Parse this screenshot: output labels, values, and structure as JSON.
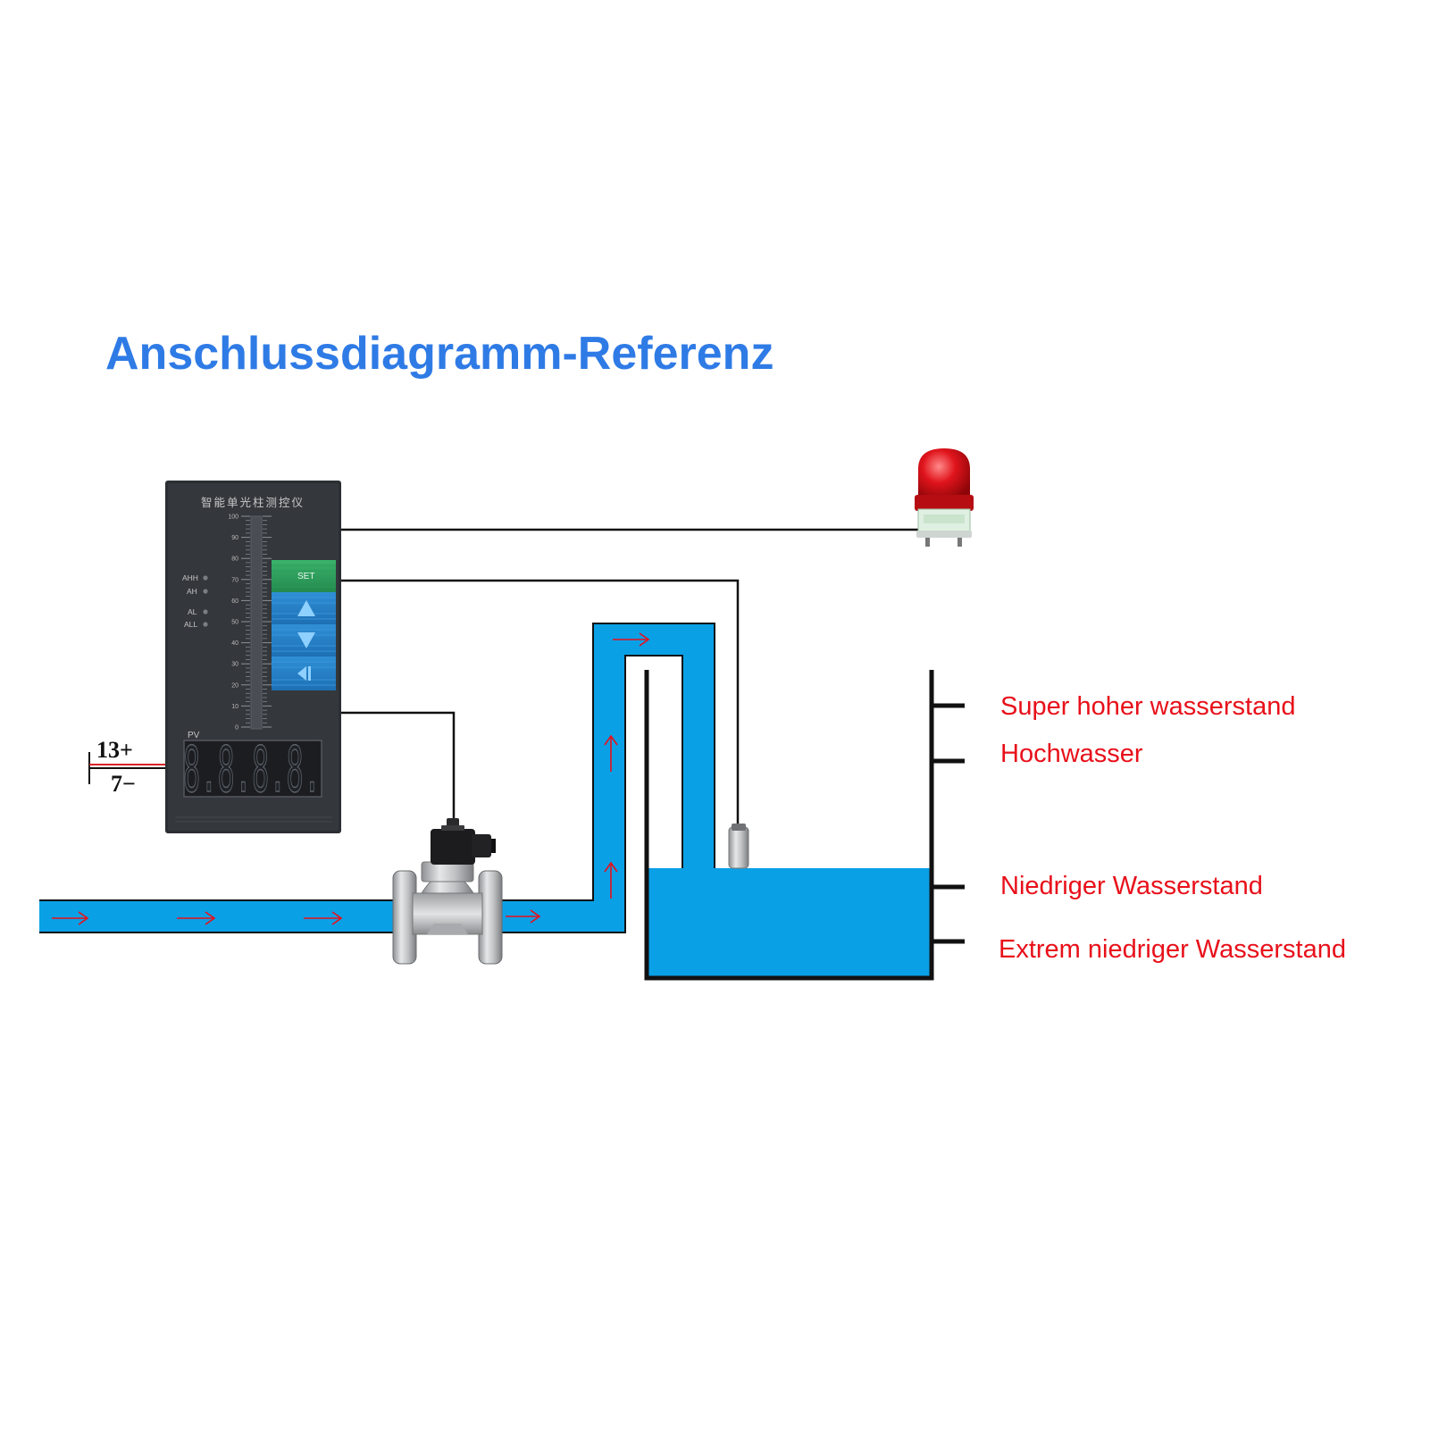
{
  "title": "Anschlussdiagramm-Referenz",
  "controller": {
    "name": "智能单光柱测控仪",
    "scale": [
      "100",
      "90",
      "80",
      "70",
      "60",
      "50",
      "40",
      "30",
      "20",
      "10",
      "0"
    ],
    "indicators": [
      "AHH",
      "AH",
      "AL",
      "ALL"
    ],
    "set_label": "SET",
    "pv_label": "PV",
    "display": "8.8.8.8."
  },
  "terminals": {
    "positive": "13+",
    "negative": "7−"
  },
  "levels": [
    "Super hoher wasserstand",
    "Hochwasser",
    "Niedriger Wasserstand",
    "Extrem niedriger Wasserstand"
  ],
  "colors": {
    "title": "#2f7be6",
    "water": "#0aa0e6",
    "label": "#e8101a",
    "flow_arrow": "#e8101a",
    "panel": "#34373c",
    "wire": "#111111"
  },
  "icons": {
    "alarm": "rotating-beacon-icon",
    "valve": "solenoid-valve-icon",
    "sensor": "level-probe-icon",
    "arrow": "flow-arrow-icon"
  }
}
